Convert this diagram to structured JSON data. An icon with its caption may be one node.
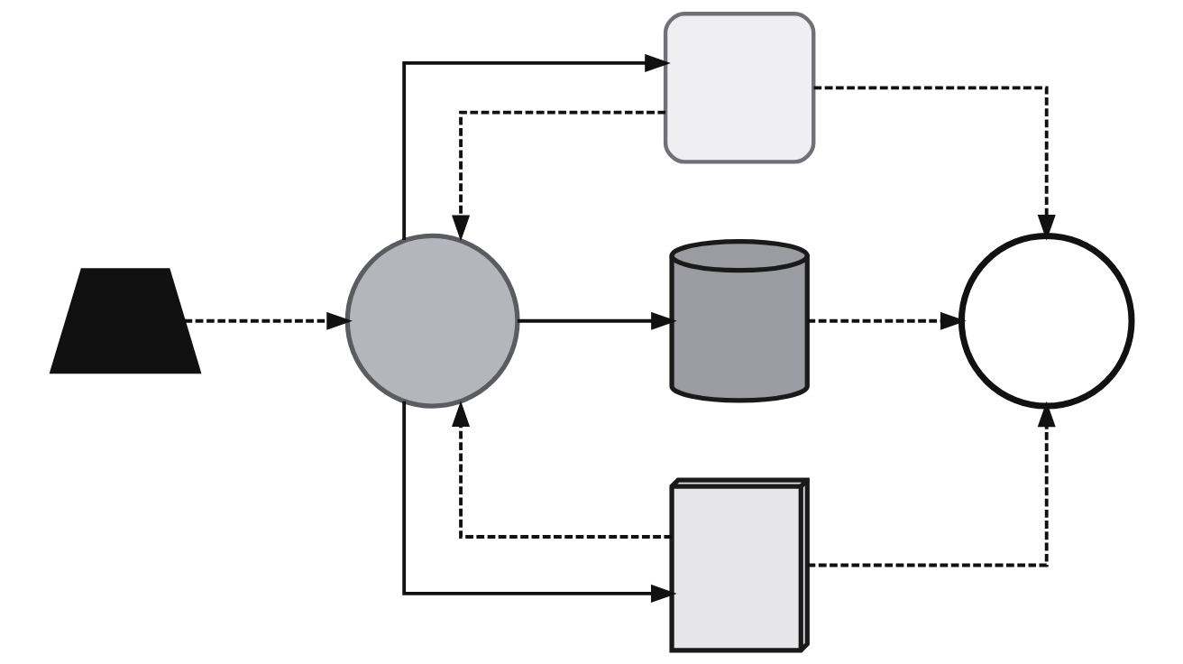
{
  "diagram": {
    "nodes": [
      {
        "text": [],
        "shape": "person"
      },
      {
        "text": [],
        "shape": "circle"
      },
      {
        "text": [],
        "shape": "box"
      },
      {
        "text": [],
        "shape": "cylinder"
      },
      {
        "text": [],
        "shape": "cube"
      },
      {
        "text": [],
        "shape": "circle"
      }
    ],
    "edges": [
      {
        "from": 0,
        "to": 1,
        "arrow": "to",
        "style": "dashed"
      },
      {
        "from": 1,
        "to": 2,
        "arrow": "to"
      },
      {
        "from": 2,
        "to": 1,
        "arrow": "to",
        "style": "dashed"
      },
      {
        "from": 1,
        "to": 3,
        "arrow": "to"
      },
      {
        "from": 1,
        "to": 4,
        "arrow": "to"
      },
      {
        "from": 4,
        "to": 1,
        "arrow": "to",
        "style": "dashed"
      },
      {
        "from": 2,
        "to": 5,
        "arrow": "to",
        "style": "dashed"
      },
      {
        "from": 3,
        "to": 5,
        "arrow": "to",
        "style": "dashed"
      },
      {
        "from": 4,
        "to": 5,
        "arrow": "to",
        "style": "dashed"
      }
    ]
  }
}
